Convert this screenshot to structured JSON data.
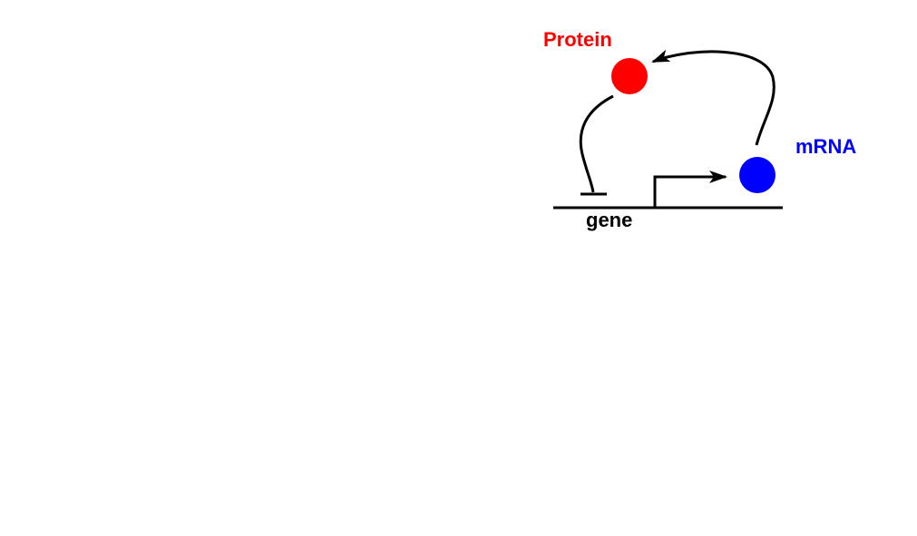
{
  "labels": {
    "protein": "Protein",
    "mrna": "mRNA",
    "gene": "gene"
  },
  "colors": {
    "protein": "#ff0000",
    "mrna": "#0000ff",
    "line": "#000000",
    "background": "#ffffff"
  },
  "edges": [
    {
      "from": "promoter",
      "to": "mRNA",
      "type": "transcription"
    },
    {
      "from": "mRNA",
      "to": "Protein",
      "type": "translation"
    },
    {
      "from": "Protein",
      "to": "gene",
      "type": "repression"
    }
  ]
}
